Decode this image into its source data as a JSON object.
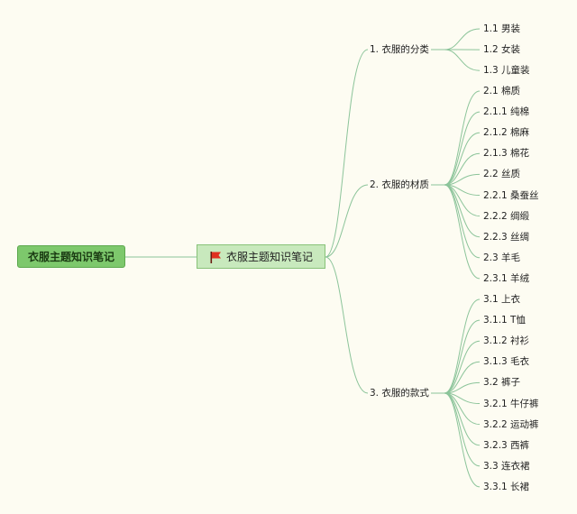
{
  "root": {
    "label": "衣服主题知识笔记"
  },
  "central": {
    "label": "衣服主题知识笔记",
    "icon": "red-flag-icon",
    "flag_color": "#e03020"
  },
  "colors": {
    "link": "#8cc49a",
    "root_fill": "#7dc86c",
    "central_fill": "#c8e9bd",
    "background": "#fdfcf2"
  },
  "branches": [
    {
      "label": "1. 衣服的分类",
      "children": [
        "1.1 男装",
        "1.2 女装",
        "1.3 儿童装"
      ]
    },
    {
      "label": "2. 衣服的材质",
      "children": [
        "2.1 棉质",
        "2.1.1 纯棉",
        "2.1.2 棉麻",
        "2.1.3 棉花",
        "2.2 丝质",
        "2.2.1 桑蚕丝",
        "2.2.2 绸缎",
        "2.2.3 丝绸",
        "2.3 羊毛",
        "2.3.1 羊绒"
      ]
    },
    {
      "label": "3. 衣服的款式",
      "children": [
        "3.1 上衣",
        "3.1.1 T恤",
        "3.1.2 衬衫",
        "3.1.3 毛衣",
        "3.2 裤子",
        "3.2.1 牛仔裤",
        "3.2.2 运动裤",
        "3.2.3 西裤",
        "3.3 连衣裙",
        "3.3.1 长裙"
      ]
    }
  ]
}
